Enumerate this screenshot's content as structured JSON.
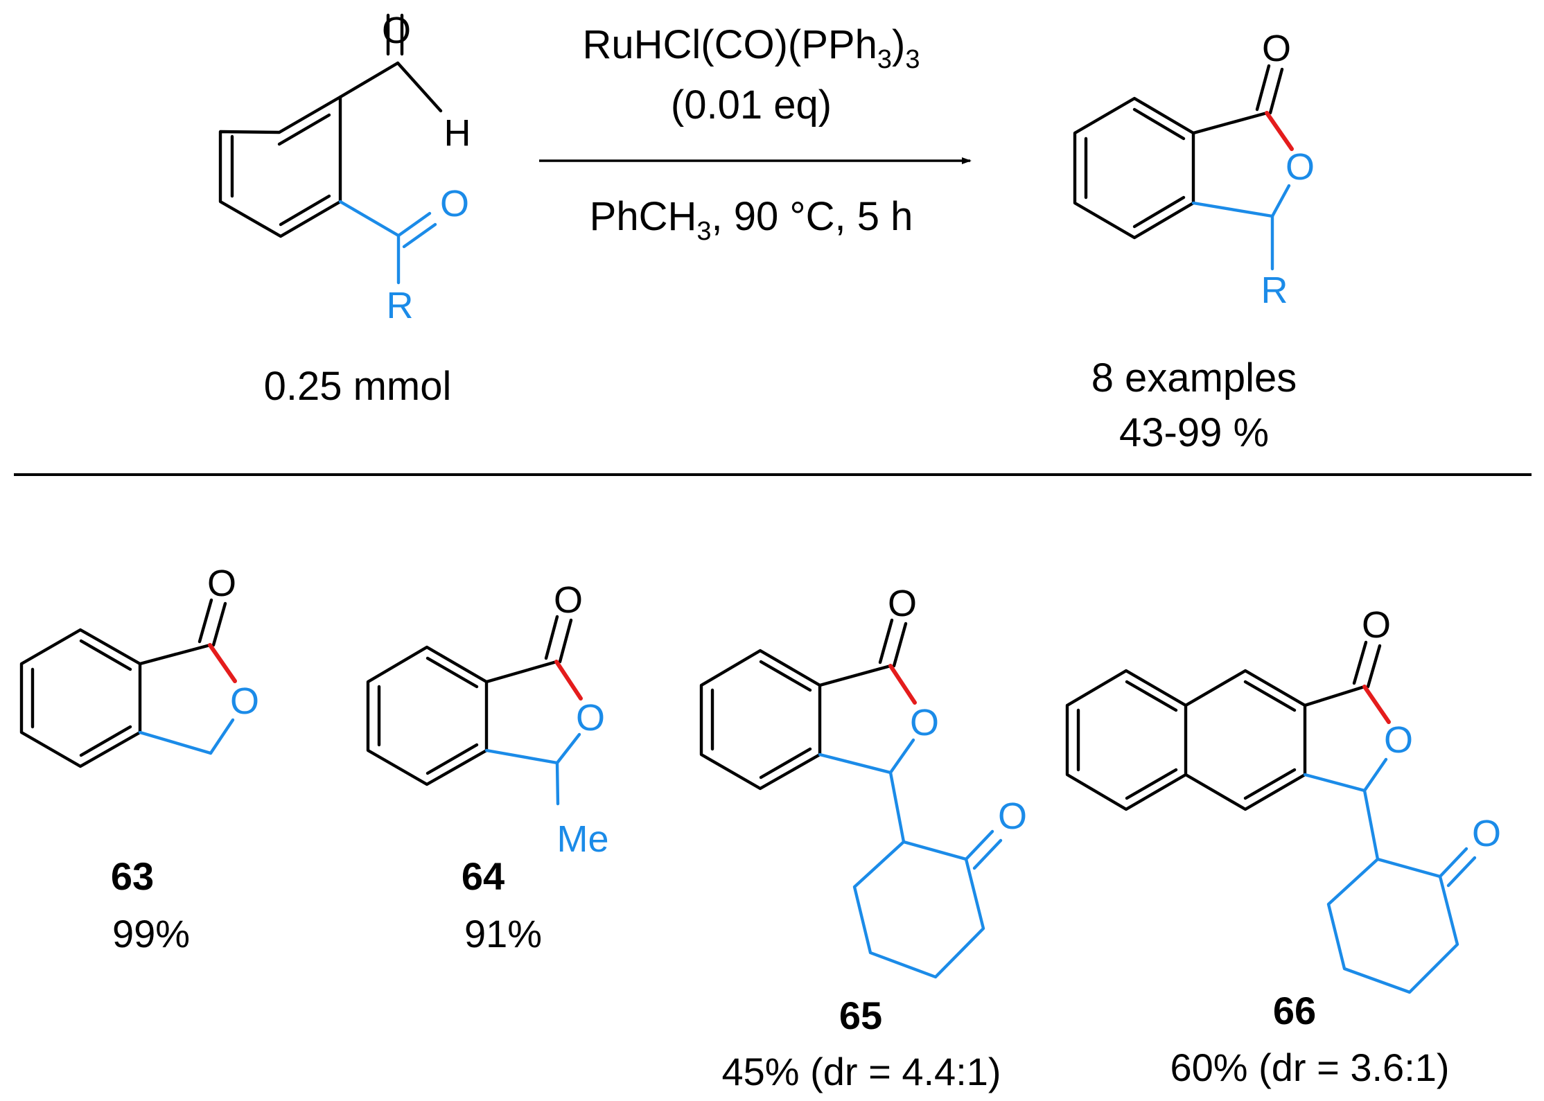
{
  "reaction": {
    "reagent": "RuHCl(CO)(PPh",
    "reagent_sub": "3",
    "reagent_close": ")",
    "reagent_sub2": "3",
    "equiv": "(0.01 eq)",
    "conditions_pre": "PhCH",
    "conditions_sub": "3",
    "conditions_post": ", 90 °C, 5 h",
    "start_scale": "0.25 mmol",
    "product_summary": "8 examples",
    "product_yield_range": "43-99 %"
  },
  "atoms": {
    "oxygen": "O",
    "hydrogen": "H",
    "r_group": "R",
    "methyl": "Me"
  },
  "examples": [
    {
      "id": "63",
      "yield": "99%"
    },
    {
      "id": "64",
      "yield": "91%"
    },
    {
      "id": "65",
      "yield": "45% (dr = 4.4:1)"
    },
    {
      "id": "66",
      "yield": "60% (dr = 3.6:1)"
    }
  ],
  "colors": {
    "bond": "#000000",
    "substituent": "#1b8be8",
    "new_bond": "#e41c1c",
    "background": "#ffffff"
  }
}
